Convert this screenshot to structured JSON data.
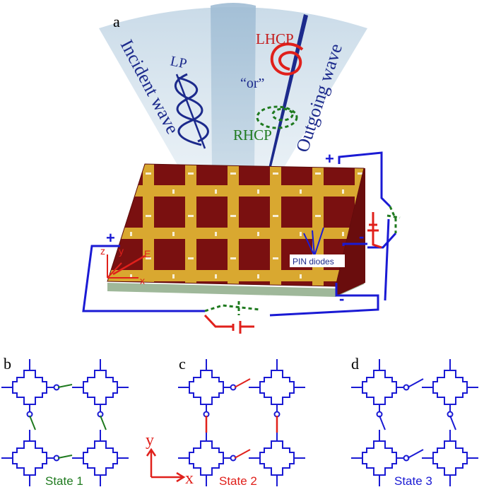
{
  "panel_labels": {
    "a": "a",
    "b": "b",
    "c": "c",
    "d": "d"
  },
  "waves": {
    "incident": "Incident wave",
    "outgoing": "Outgoing wave",
    "lp": "LP",
    "lhcp": "LHCP",
    "or": "“or”",
    "rhcp": "RHCP"
  },
  "labels": {
    "pin_diodes": "PIN diodes",
    "plus": "+",
    "minus": "-",
    "axis_z": "z",
    "axis_y": "y",
    "axis_x": "x",
    "axis_e": "E",
    "big_y": "y",
    "big_x": "x"
  },
  "states": [
    {
      "label": "State 1",
      "color": "#1f7a1f"
    },
    {
      "label": "State 2",
      "color": "#e0201b"
    },
    {
      "label": "State 3",
      "color": "#1a1ad4"
    }
  ],
  "colors": {
    "substrate": "#7a1010",
    "metal": "#d9a830",
    "wire": "#1a1ad4",
    "red": "#e0201b",
    "green": "#1f7a1f",
    "navy": "#1c2a8c",
    "cone": "#c9dbe8"
  }
}
